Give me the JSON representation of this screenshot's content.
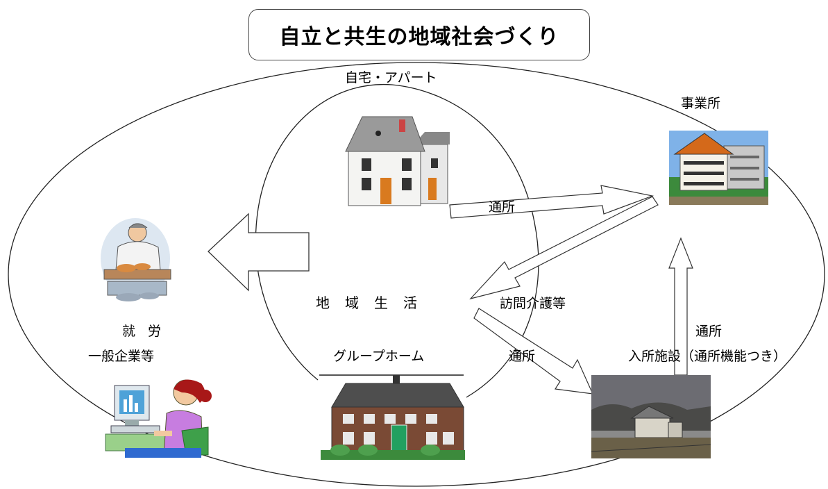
{
  "title": "自立と共生の地域社会づくり",
  "labels": {
    "home": "自宅・アパート",
    "office": "事業所",
    "community_life": "地域生活",
    "commute_top": "通所",
    "home_visit_care": "訪問介護等",
    "employment": "就 労",
    "general_company": "一般企業等",
    "group_home": "グループホーム",
    "commute_bottom": "通所",
    "commute_right": "通所",
    "residential_facility": "入所施設（通所機能つき）"
  },
  "icons": {
    "house": "house-icon",
    "office_building": "office-building-icon",
    "worker": "worker-icon",
    "computer_worker": "computer-worker-icon",
    "group_home": "group-home-icon",
    "facility": "facility-icon"
  }
}
